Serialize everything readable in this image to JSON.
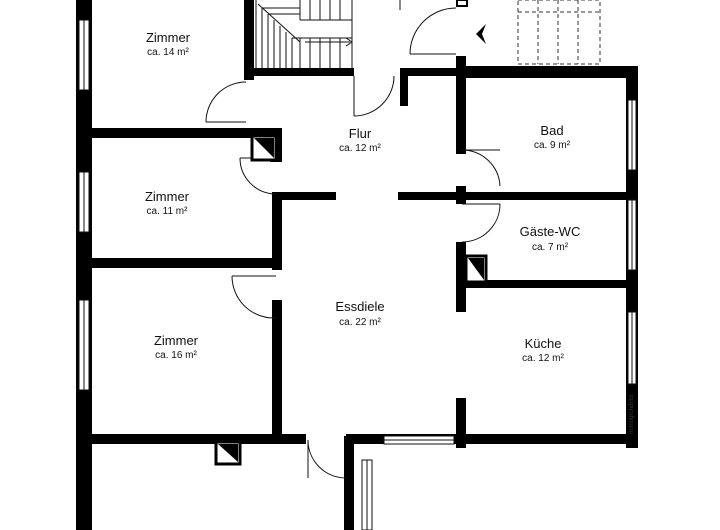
{
  "rooms": [
    {
      "id": "zimmer-14",
      "name": "Zimmer",
      "area": "ca. 14 m²"
    },
    {
      "id": "flur",
      "name": "Flur",
      "area": "ca. 12 m²"
    },
    {
      "id": "bad",
      "name": "Bad",
      "area": "ca. 9 m²"
    },
    {
      "id": "zimmer-11",
      "name": "Zimmer",
      "area": "ca. 11 m²"
    },
    {
      "id": "gaeste-wc",
      "name": "Gäste-WC",
      "area": "ca. 7 m²"
    },
    {
      "id": "zimmer-16",
      "name": "Zimmer",
      "area": "ca. 16 m²"
    },
    {
      "id": "essdiele",
      "name": "Essdiele",
      "area": "ca. 22 m²"
    },
    {
      "id": "kueche",
      "name": "Küche",
      "area": "ca. 12 m²"
    }
  ],
  "watermark": "Immogrundriss"
}
